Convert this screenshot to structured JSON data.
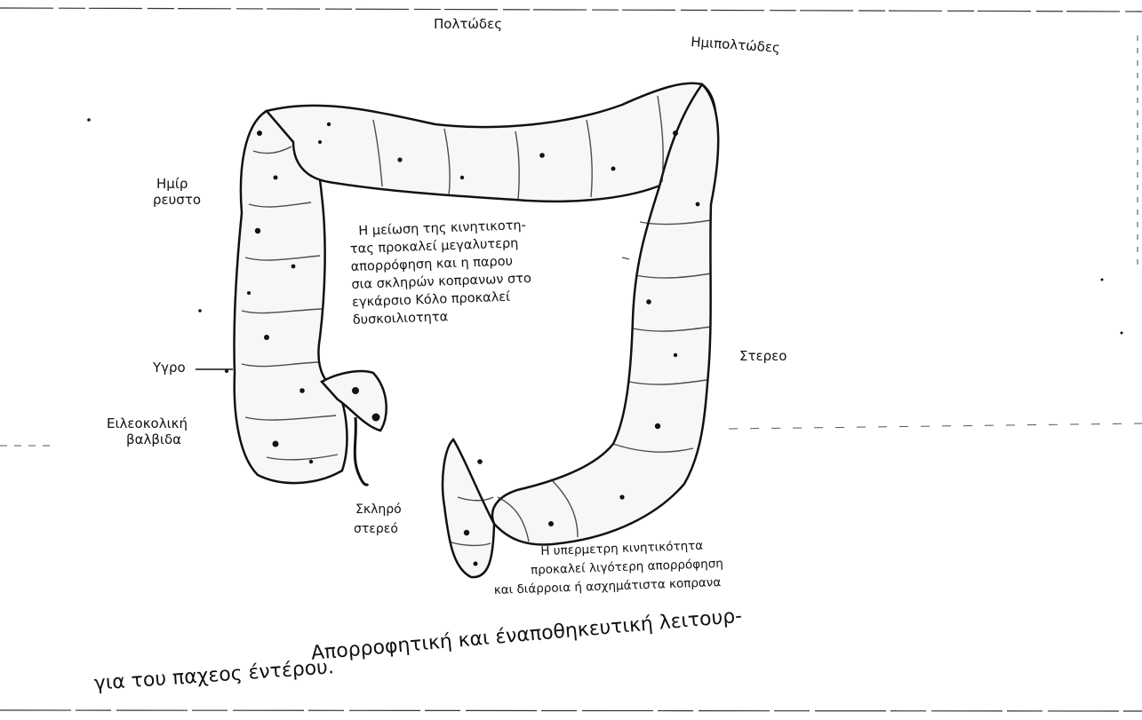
{
  "labels": {
    "top_left": "Πολτώδες",
    "top_right": "Ημιπολτώδες",
    "semi_fluid": [
      "Ημίρ",
      "ρευστο"
    ],
    "liquid": "Υγρο",
    "valve": [
      "Ειλεοκολική",
      "βαλβιδα"
    ],
    "solid": "Στερεο",
    "hard_solid": [
      "Σκληρό",
      "στερεό"
    ]
  },
  "center_text": [
    "Η μείωση της κινητικοτη-",
    "τας προκαλεί μεγαλυτερη",
    "απορρόφηση και η παρου",
    "σια σκληρών κοπρανων στο",
    "εγκάρσιο Κόλο προκαλεί",
    "δυσκοιλιοτητα"
  ],
  "bottom_text": [
    "Η υπερμετρη κινητικότητα",
    "προκαλεί λιγότερη απορρόφηση",
    "και διάρροια ή ασχημάτιστα κοπρανα"
  ],
  "caption": {
    "line1": "Απορροφητική και έναποθηκευτική λειτουρ-",
    "line2": "για του παχεος έντέρου."
  }
}
